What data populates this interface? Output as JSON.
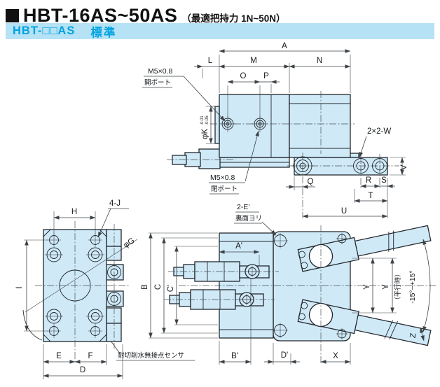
{
  "header": {
    "title": "HBT-16AS~50AS",
    "note": "（最適把持力 1N~50N）",
    "model": "HBT-□□AS",
    "model_suffix": "標準"
  },
  "colors": {
    "bar_bg": "#b5e2f5",
    "accent_text": "#00a3e0",
    "part_fill": "#cfe9f7",
    "line": "#23282d"
  },
  "top": {
    "A": "A",
    "L": "L",
    "M": "M",
    "N": "N",
    "O": "O",
    "P": "P",
    "Q": "Q",
    "R": "R",
    "S": "S",
    "T": "T",
    "U": "U",
    "V": "V",
    "W": "2×2-W",
    "phiK": "φK",
    "tol_u": "-0.01",
    "tol_l": "-0.05",
    "open1": "M5×0.8",
    "open2": "開ポート",
    "close1": "M5×0.8",
    "close2": "閉ポート"
  },
  "back": {
    "H": "H",
    "I": "I",
    "E": "E",
    "F": "F",
    "D": "D",
    "J": "4-J",
    "phiG": "φG",
    "sensor": "耐切削水無接点センサ"
  },
  "front": {
    "A2": "A'",
    "B": "B",
    "C": "C",
    "C2": "C'",
    "B2": "B'",
    "D2": "D'",
    "X": "X",
    "Y": "Y",
    "parallel": "（平行時）",
    "angle": "-15°~+15°",
    "Z": "Z",
    "E2a": "2-E'",
    "E2b": "裏面ヨリ"
  }
}
